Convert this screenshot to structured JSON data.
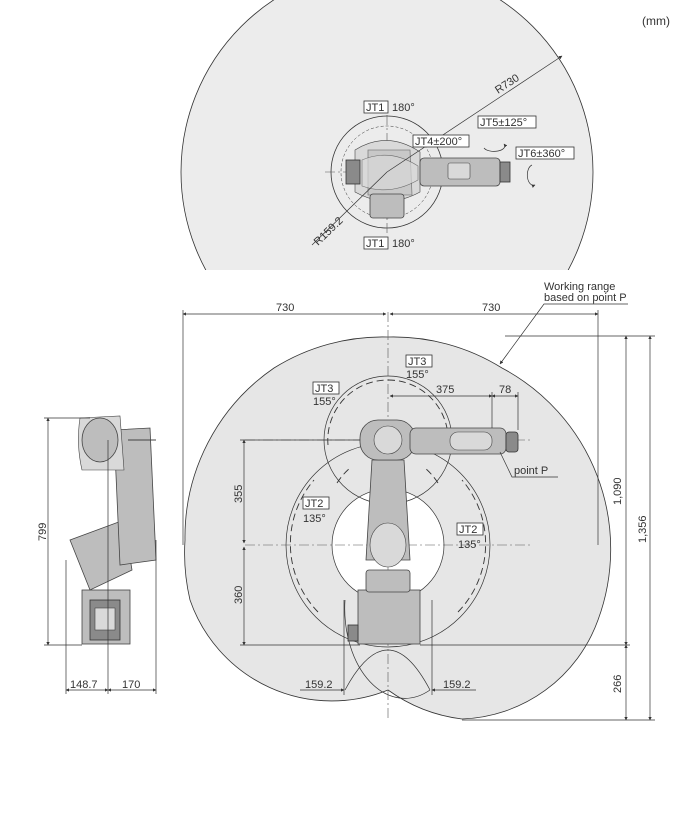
{
  "unit_label": "(mm)",
  "top_view": {
    "radius_label": "R730",
    "inner_radius_label": "R159.2",
    "jt1_top_tag": "JT1",
    "jt1_top_value": "180°",
    "jt1_bottom_tag": "JT1",
    "jt1_bottom_value": "180°",
    "jt4_tag": "JT4±200°",
    "jt5_tag": "JT5±125°",
    "jt6_tag": "JT6±360°"
  },
  "front_view": {
    "working_range_label_line1": "Working range",
    "working_range_label_line2": "based on point P",
    "dim_left_730": "730",
    "dim_right_730": "730",
    "jt3_top_tag": "JT3",
    "jt3_top_value": "155°",
    "jt3_left_tag": "JT3",
    "jt3_left_value": "155°",
    "dim_375": "375",
    "dim_78": "78",
    "point_p_label": "point P",
    "dim_355": "355",
    "dim_360": "360",
    "jt2_left_tag": "JT2",
    "jt2_left_value": "135°",
    "jt2_right_tag": "JT2",
    "jt2_right_value": "135°",
    "dim_1090": "1,090",
    "dim_1356": "1,356",
    "dim_266": "266",
    "dim_159_left": "159.2",
    "dim_159_right": "159.2"
  },
  "side_view": {
    "dim_799": "799",
    "dim_148": "148.7",
    "dim_170": "170"
  }
}
